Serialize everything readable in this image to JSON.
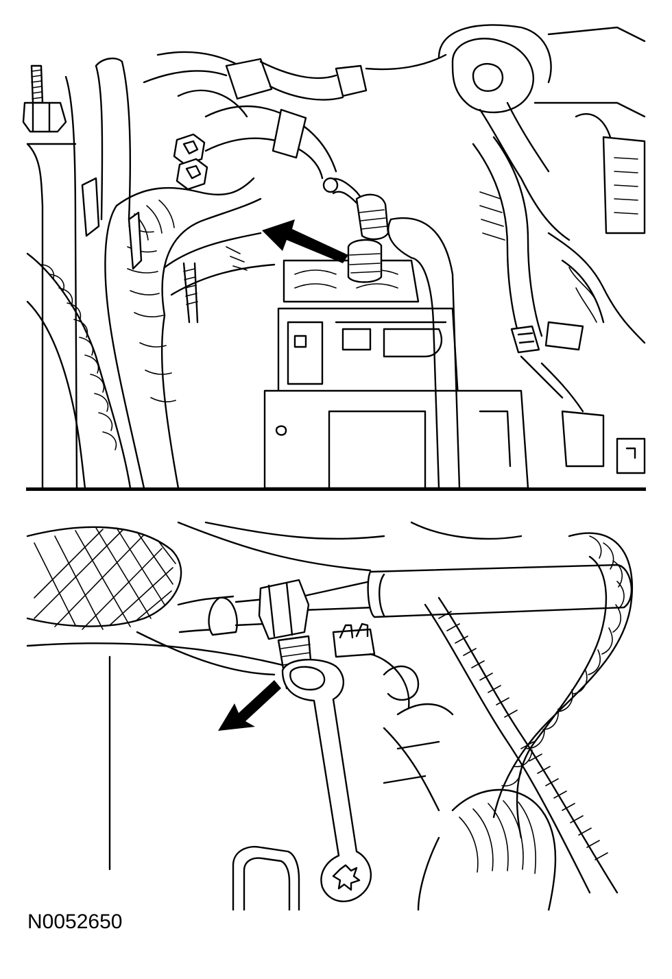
{
  "figure": {
    "identifier": "N0052650"
  },
  "callouts": {
    "top": {
      "target": "fitting",
      "icon": "arrow-icon"
    },
    "bottom": {
      "target": "fitting",
      "icon": "arrow-icon"
    }
  },
  "colors": {
    "line": "#000000",
    "background": "#ffffff"
  }
}
